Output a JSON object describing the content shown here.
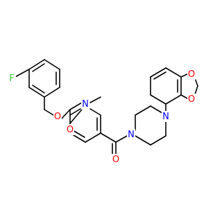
{
  "molecule": {
    "atom_labels": [
      {
        "id": "F",
        "text": "F",
        "color": "#33CC33"
      },
      {
        "id": "O1",
        "text": "O",
        "color": "#FF0000"
      },
      {
        "id": "N1",
        "text": "N",
        "color": "#0000FF"
      },
      {
        "id": "O2",
        "text": "O",
        "color": "#FF0000"
      },
      {
        "id": "O3",
        "text": "O",
        "color": "#FF0000"
      },
      {
        "id": "N2",
        "text": "N",
        "color": "#0000FF"
      },
      {
        "id": "N3",
        "text": "N",
        "color": "#0000FF"
      },
      {
        "id": "O4",
        "text": "O",
        "color": "#FF0000"
      },
      {
        "id": "O5",
        "text": "O",
        "color": "#FF0000"
      }
    ],
    "bond_color": "#000000"
  }
}
